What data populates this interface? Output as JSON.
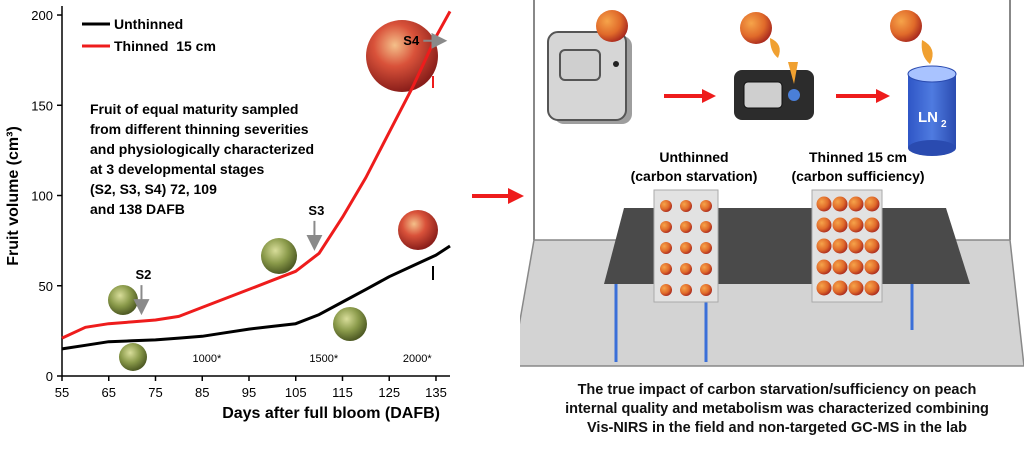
{
  "chart_data": {
    "type": "line",
    "xlabel": "Days after full bloom (DAFB)",
    "ylabel": "Fruit volume (cm³)",
    "xlim": [
      55,
      138
    ],
    "ylim": [
      0,
      205
    ],
    "x_ticks": [
      55,
      65,
      75,
      85,
      95,
      105,
      115,
      125,
      135
    ],
    "y_ticks": [
      0,
      50,
      100,
      150,
      200
    ],
    "grid": false,
    "legend": "top-left",
    "series": [
      {
        "name": "Unthinned",
        "color": "#000000",
        "x": [
          55,
          60,
          65,
          70,
          75,
          80,
          85,
          90,
          95,
          100,
          105,
          110,
          115,
          120,
          125,
          130,
          135,
          138
        ],
        "y": [
          15,
          17,
          19,
          19.5,
          20,
          21,
          22,
          24,
          26,
          27.5,
          29,
          34,
          41,
          48,
          55,
          61,
          67,
          72
        ]
      },
      {
        "name": "Thinned  15 cm",
        "color": "#ee1c1c",
        "x": [
          55,
          60,
          65,
          70,
          75,
          80,
          85,
          90,
          95,
          100,
          105,
          110,
          115,
          120,
          125,
          130,
          135,
          138
        ],
        "y": [
          21,
          27,
          29,
          30,
          31,
          33,
          38,
          43,
          48,
          53,
          58,
          68,
          88,
          110,
          135,
          160,
          188,
          202
        ]
      }
    ],
    "stage_labels": [
      {
        "label": "S2",
        "x": 72
      },
      {
        "label": "S3",
        "x": 109
      },
      {
        "label": "S4",
        "x": 134
      }
    ],
    "gdd_labels": [
      {
        "label": "1000*",
        "x": 86
      },
      {
        "label": "1500*",
        "x": 111
      },
      {
        "label": "2000*",
        "x": 131
      }
    ],
    "annotation": [
      "Fruit of equal maturity sampled",
      "from different thinning severities",
      "and physiologically characterized",
      "at 3 developmental stages",
      "(S2, S3, S4) 72, 109",
      "and 138 DAFB"
    ]
  },
  "diagram": {
    "ln2_label": "LN",
    "ln2_sub": "2",
    "unthinned_title": "Unthinned",
    "unthinned_sub": "(carbon starvation)",
    "thinned_title": "Thinned 15 cm",
    "thinned_sub": "(carbon sufficiency)",
    "colors": {
      "arrow": "#ee1c1c",
      "peach": "#e8782a",
      "tray": "#dcdcdc",
      "table": "#4a4a4a"
    }
  },
  "caption": [
    "The true impact of carbon starvation/sufficiency on peach",
    "internal quality and metabolism was characterized combining",
    "Vis-NIRS in the field and non-targeted GC-MS in the lab"
  ]
}
